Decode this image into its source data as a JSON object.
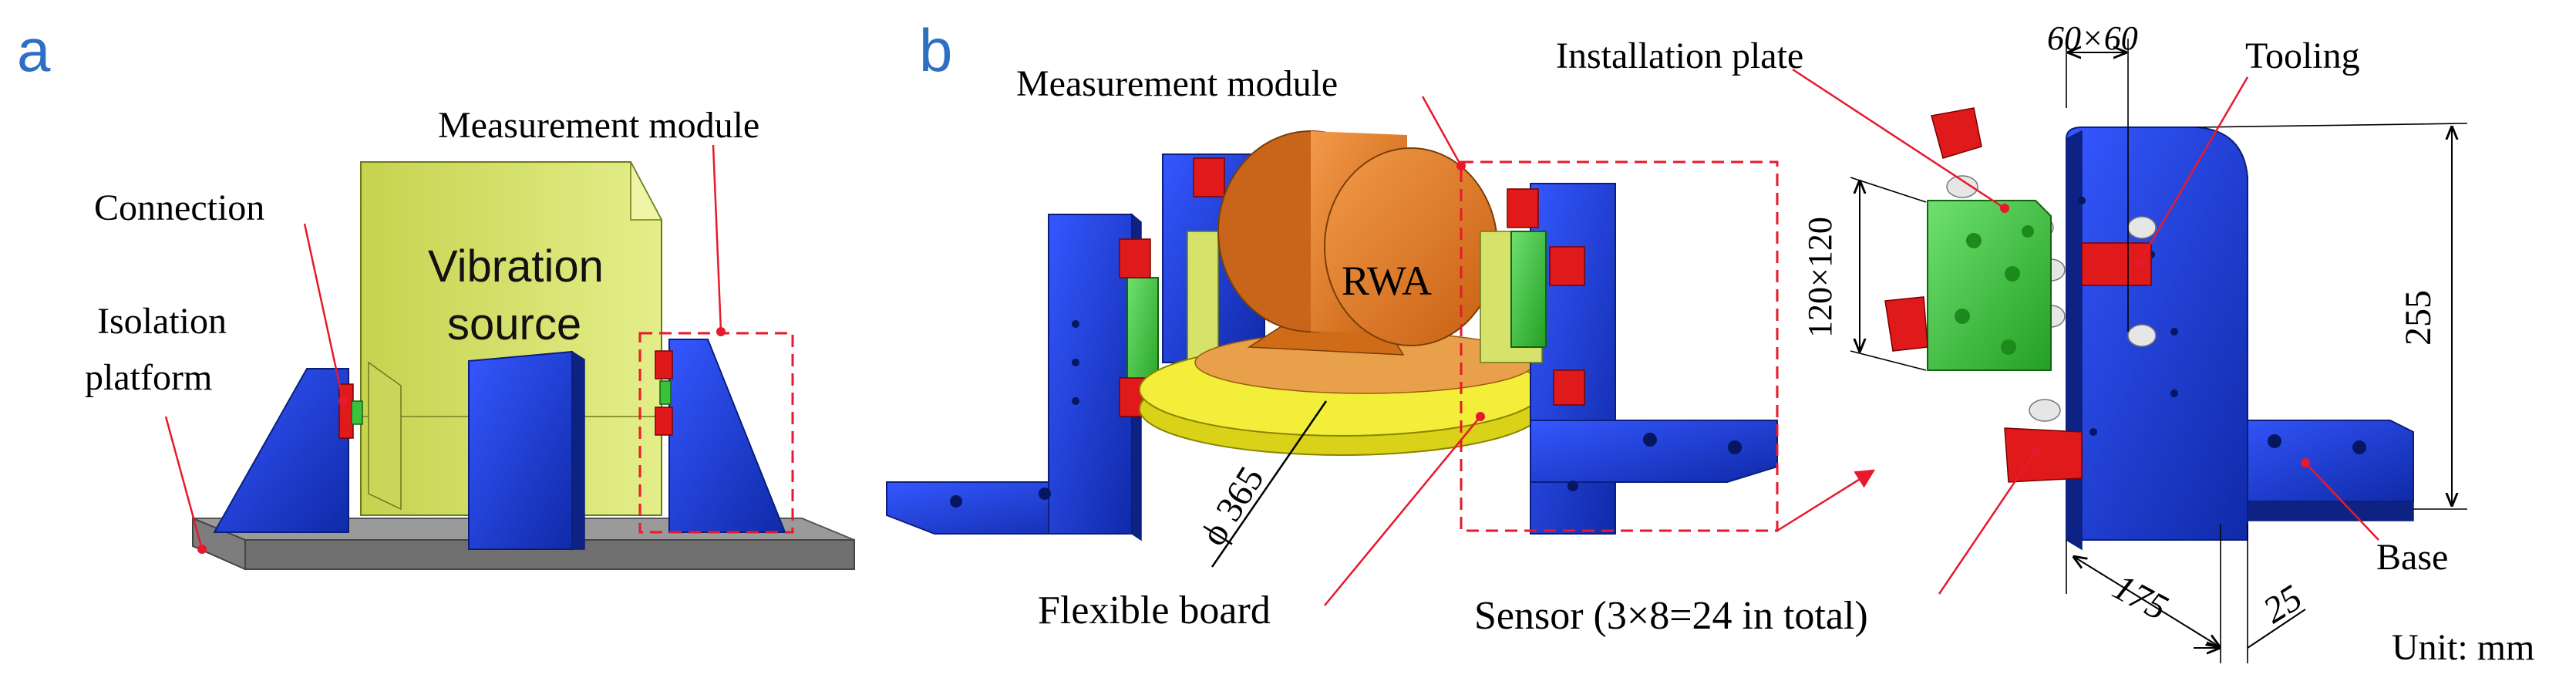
{
  "panel_a": {
    "letter": "a",
    "labels": {
      "measurement_module": "Measurement module",
      "connection": "Connection",
      "vibration_source_line1": "Vibration",
      "vibration_source_line2": "source",
      "isolation_platform_line1": "Isolation",
      "isolation_platform_line2": "platform"
    }
  },
  "panel_b": {
    "letter": "b",
    "labels": {
      "measurement_module": "Measurement module",
      "rwa": "RWA",
      "diameter": "ϕ 365",
      "flexible_board": "Flexible board",
      "sensor": "Sensor (3×8=24 in total)"
    }
  },
  "detail": {
    "labels": {
      "installation_plate": "Installation plate",
      "tooling": "Tooling",
      "base": "Base",
      "unit": "Unit: mm"
    },
    "dimensions": {
      "dim_60x60": "60×60",
      "dim_120x120": "120×120",
      "dim_255": "255",
      "dim_175": "175",
      "dim_25": "25"
    }
  },
  "colors": {
    "letter_blue": "#2e6fc4",
    "annotation_red": "#e8192c",
    "yellow_green": "#d6e36a",
    "blue_part": "#1f3fd6",
    "red_part": "#e01a1a",
    "green_part": "#3bc23b",
    "orange_part": "#e0751c",
    "yellow_board": "#f2ee3a",
    "grey_platform": "#8a8a8a"
  }
}
